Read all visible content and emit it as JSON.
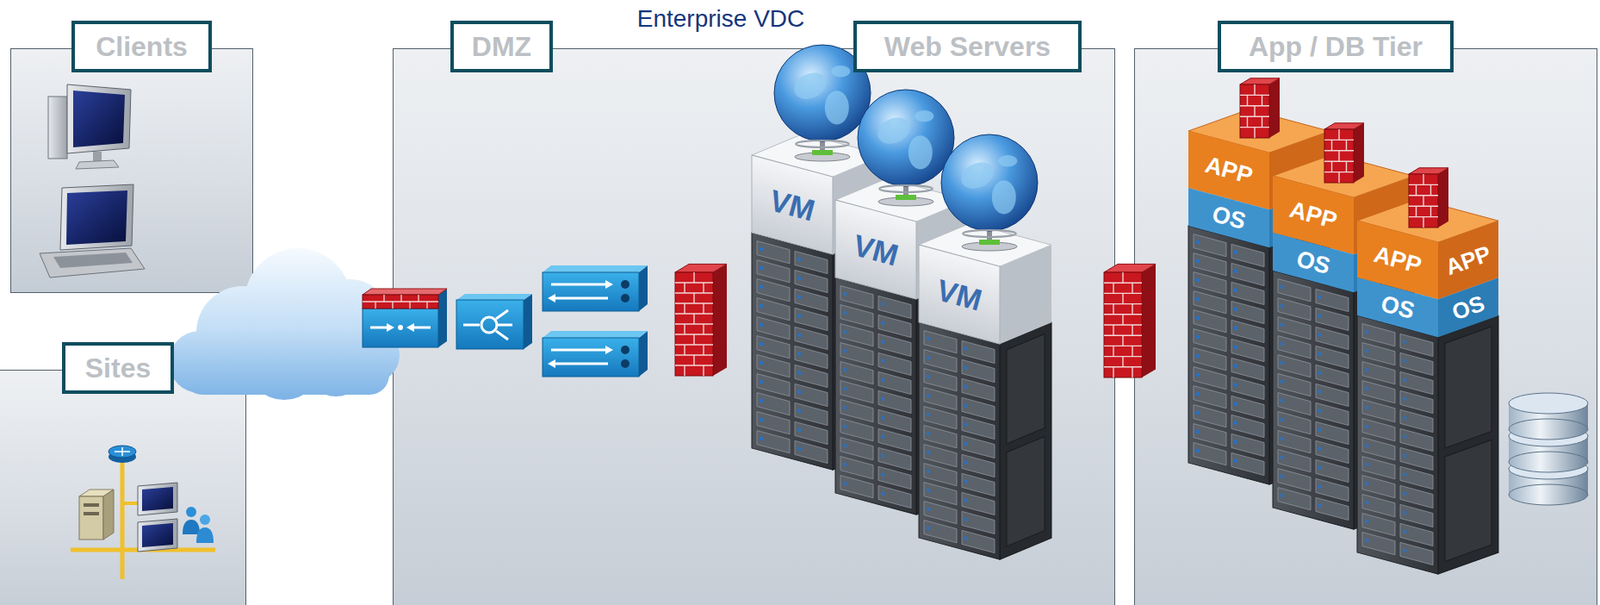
{
  "diagram": {
    "title": "Enterprise VDC",
    "nodes": [
      {
        "text": [
          "Clients"
        ]
      },
      {
        "text": [
          "Sites"
        ]
      },
      {
        "text": [
          "DMZ"
        ]
      },
      {
        "text": [
          "Web Servers"
        ],
        "in": 2
      },
      {
        "text": [
          "App / DB Tier"
        ]
      }
    ],
    "labels": [
      "VM",
      "VM",
      "VM",
      "APP",
      "OS",
      "APP",
      "OS",
      "APP",
      "OS",
      "APP",
      "OS"
    ]
  }
}
